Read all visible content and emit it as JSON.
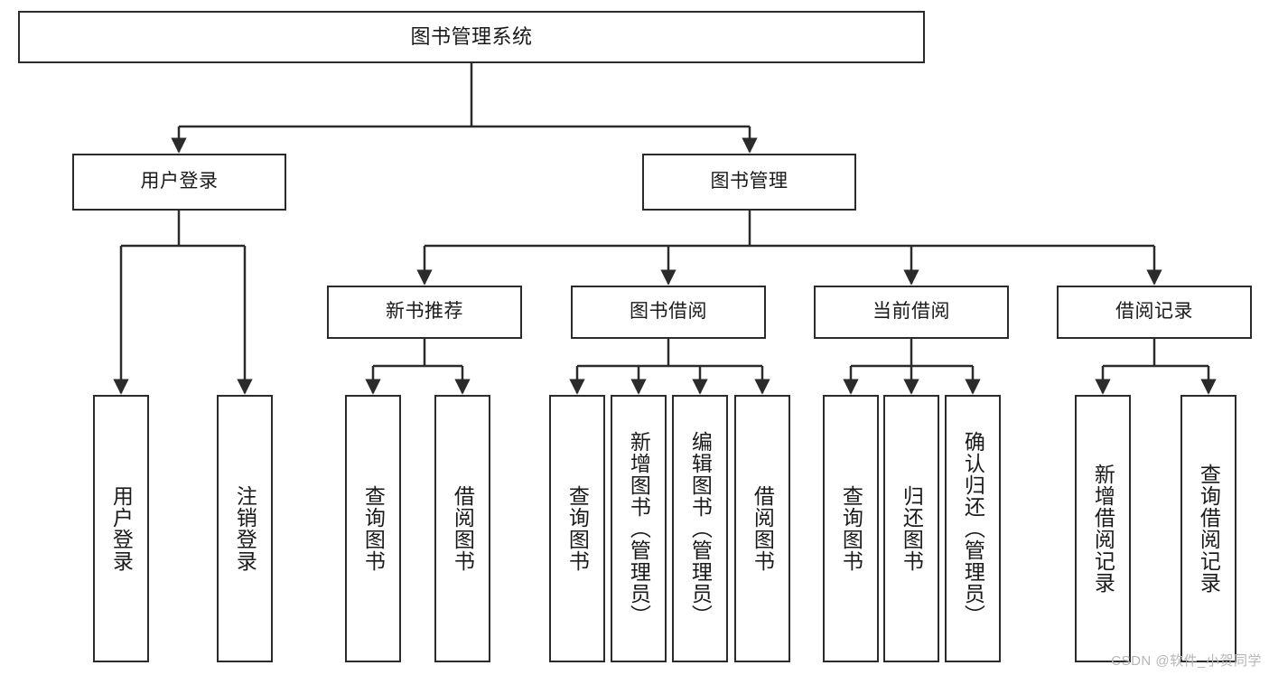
{
  "diagram": {
    "title": "图书管理系统",
    "type": "tree",
    "watermark": "CSDN @软件_小贺同学",
    "colors": {
      "stroke": "#2b2b2b",
      "fill": "#ffffff",
      "text": "#1a1a1a",
      "watermark": "#b6b6b6"
    },
    "root": {
      "id": "root",
      "label": "图书管理系统"
    },
    "level1": [
      {
        "id": "user-login",
        "label": "用户登录"
      },
      {
        "id": "book-manage",
        "label": "图书管理"
      }
    ],
    "level2": [
      {
        "id": "new-book-recommend",
        "label": "新书推荐",
        "parent": "book-manage"
      },
      {
        "id": "book-borrow",
        "label": "图书借阅",
        "parent": "book-manage"
      },
      {
        "id": "current-borrow",
        "label": "当前借阅",
        "parent": "book-manage"
      },
      {
        "id": "borrow-record",
        "label": "借阅记录",
        "parent": "book-manage"
      }
    ],
    "leaves": [
      {
        "id": "leaf-user-login",
        "label": "用户登录",
        "parent": "user-login"
      },
      {
        "id": "leaf-user-logout",
        "label": "注销登录",
        "parent": "user-login"
      },
      {
        "id": "leaf-query-book-1",
        "label": "查询图书",
        "parent": "new-book-recommend"
      },
      {
        "id": "leaf-borrow-book-1",
        "label": "借阅图书",
        "parent": "new-book-recommend"
      },
      {
        "id": "leaf-query-book-2",
        "label": "查询图书",
        "parent": "book-borrow"
      },
      {
        "id": "leaf-add-book",
        "label": "新增图书（管理员）",
        "parent": "book-borrow"
      },
      {
        "id": "leaf-edit-book",
        "label": "编辑图书（管理员）",
        "parent": "book-borrow"
      },
      {
        "id": "leaf-borrow-book-2",
        "label": "借阅图书",
        "parent": "book-borrow"
      },
      {
        "id": "leaf-query-book-3",
        "label": "查询图书",
        "parent": "current-borrow"
      },
      {
        "id": "leaf-return-book",
        "label": "归还图书",
        "parent": "current-borrow"
      },
      {
        "id": "leaf-confirm-return",
        "label": "确认归还（管理员）",
        "parent": "current-borrow"
      },
      {
        "id": "leaf-add-record",
        "label": "新增借阅记录",
        "parent": "borrow-record"
      },
      {
        "id": "leaf-query-record",
        "label": "查询借阅记录",
        "parent": "borrow-record"
      }
    ]
  }
}
